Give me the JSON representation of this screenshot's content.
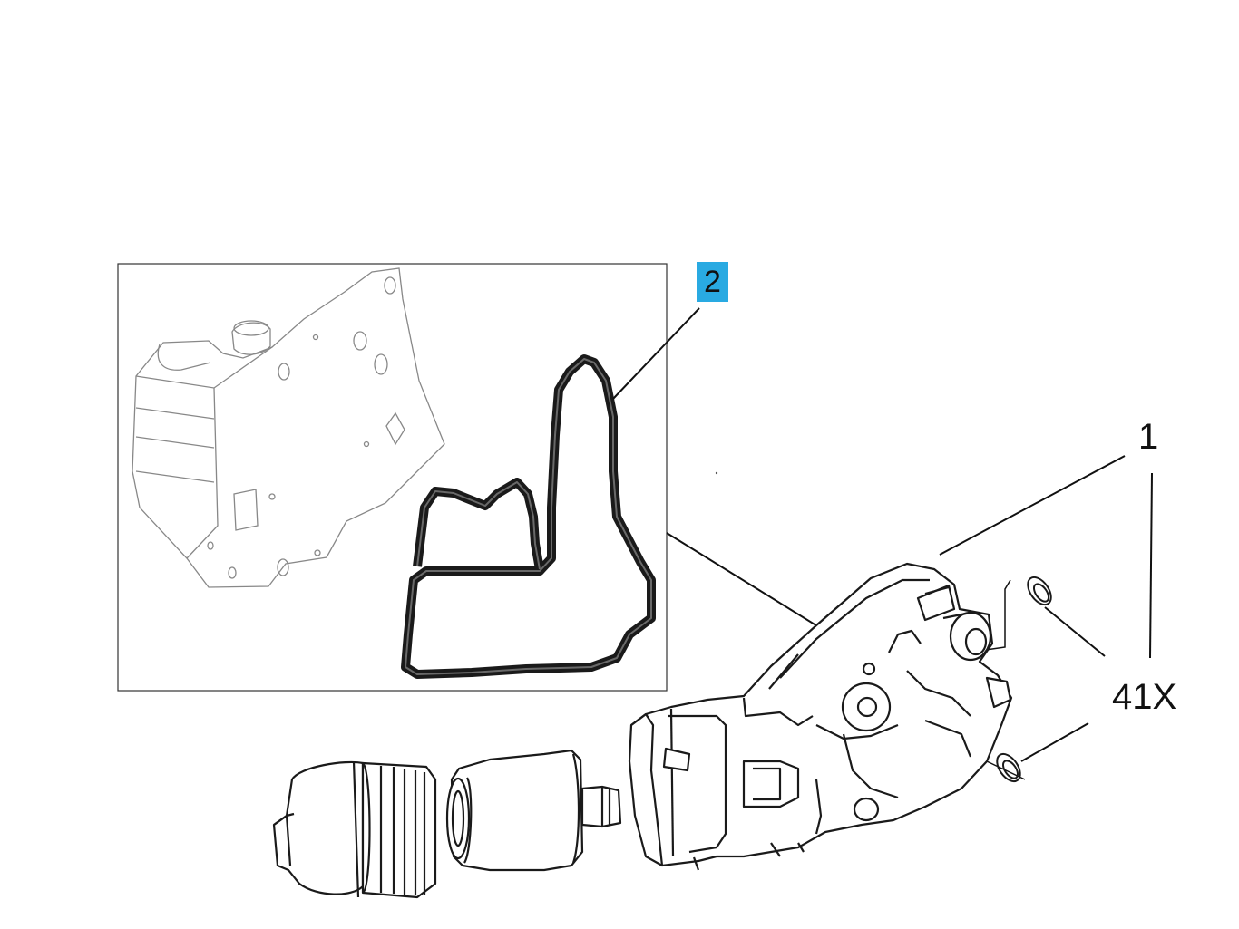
{
  "callouts": {
    "part_2": {
      "label": "2"
    },
    "part_1": {
      "label": "1"
    },
    "part_41x": {
      "label": "41X"
    }
  },
  "colors": {
    "callout_highlight": "#29aae2",
    "line": "#111111",
    "faint_line": "#777777",
    "background": "#ffffff"
  },
  "icons": [
    "gasket-part",
    "oil-cooler-part",
    "oil-filter-housing-part",
    "filter-cap-part",
    "filter-cartridge-part",
    "o-ring-part"
  ]
}
